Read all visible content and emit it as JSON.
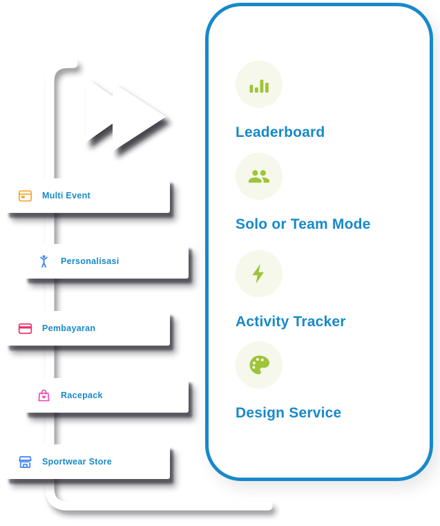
{
  "colors": {
    "accent_blue": "#1789ca",
    "icon_green": "#9fc339",
    "icon_circle_bg": "#f5f8ea",
    "card_bg": "#ffffff",
    "shadow_dark": "#1a1a24",
    "white": "#ffffff"
  },
  "left_menu": {
    "items": [
      {
        "label": "Multi Event",
        "icon": "calendar-event-icon",
        "icon_color": "#f5a623"
      },
      {
        "label": "Personalisasi",
        "icon": "person-cheering-icon",
        "icon_color": "#4285f4"
      },
      {
        "label": "Pembayaran",
        "icon": "credit-card-icon",
        "icon_color": "#e8336b"
      },
      {
        "label": "Racepack",
        "icon": "shopping-bag-heart-icon",
        "icon_color": "#ee4fb8"
      },
      {
        "label": "Sportwear Store",
        "icon": "storefront-icon",
        "icon_color": "#4285f4"
      }
    ]
  },
  "phone_panel": {
    "features": [
      {
        "label": "Leaderboard",
        "icon": "bar-chart-icon"
      },
      {
        "label": "Solo or Team Mode",
        "icon": "people-icon"
      },
      {
        "label": "Activity Tracker",
        "icon": "activity-bolt-icon"
      },
      {
        "label": "Design Service",
        "icon": "palette-icon"
      }
    ]
  },
  "decorations": {
    "fast_forward": "fast-forward-icon",
    "connector": "connector-path"
  }
}
